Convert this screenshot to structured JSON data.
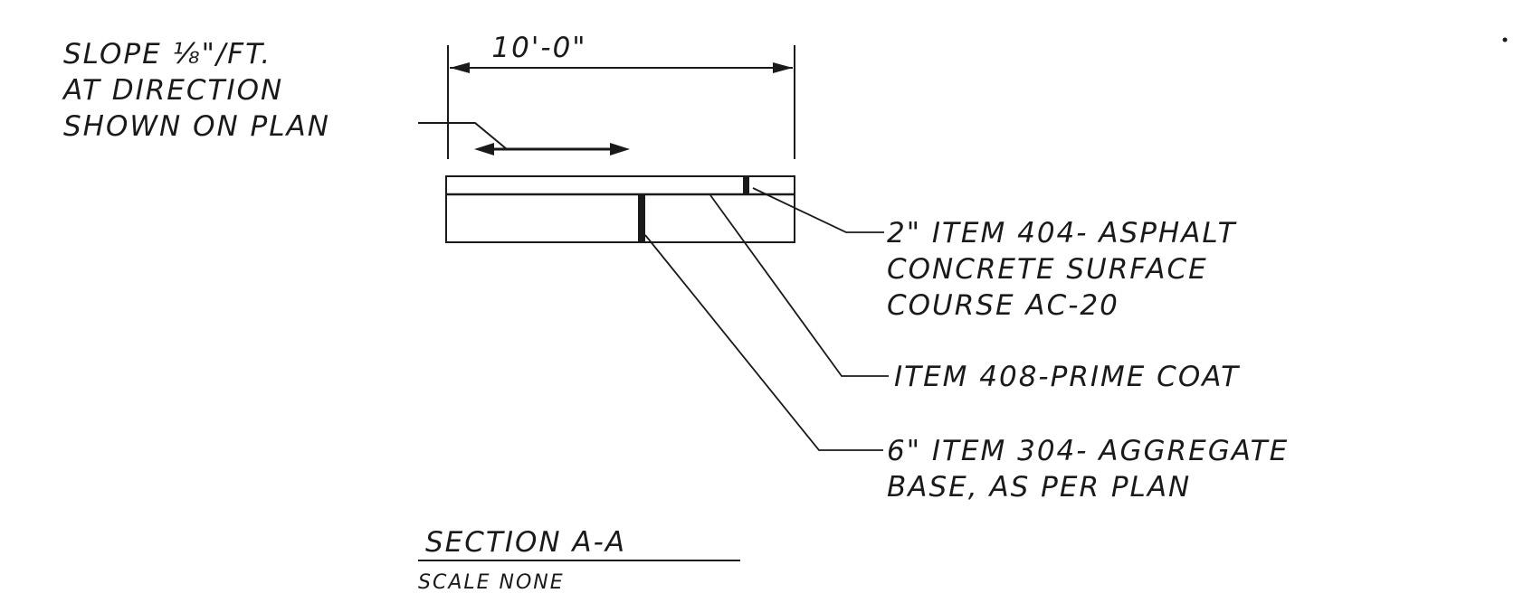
{
  "slope_note": {
    "line1": "SLOPE ⅛\"/FT.",
    "line2": "AT DIRECTION",
    "line3": "SHOWN ON PLAN"
  },
  "dimension": {
    "width": "10'-0\""
  },
  "callouts": {
    "asphalt": {
      "line1": "2\" ITEM 404- ASPHALT",
      "line2": "CONCRETE SURFACE",
      "line3": "COURSE AC-20"
    },
    "prime": {
      "line1": "ITEM 408-PRIME COAT"
    },
    "base": {
      "line1": "6\" ITEM 304- AGGREGATE",
      "line2": "BASE, AS PER PLAN"
    }
  },
  "section": {
    "title": "SECTION A-A",
    "scale": "SCALE NONE"
  },
  "colors": {
    "ink": "#1a1a1a",
    "paper": "#ffffff"
  }
}
